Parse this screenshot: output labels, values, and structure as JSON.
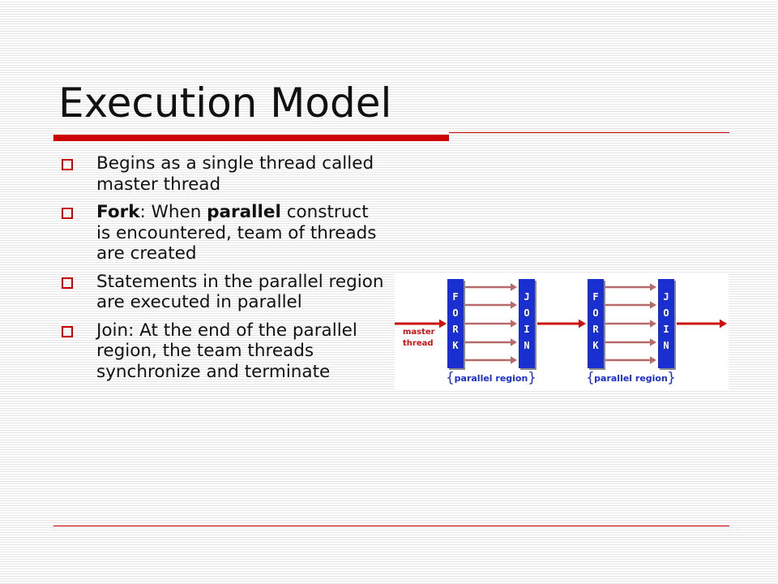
{
  "slide": {
    "title": "Execution Model",
    "bullets": [
      {
        "text": "Begins as a single thread called master thread"
      },
      {
        "lead": "Fork",
        "t1": ": When ",
        "bold": "parallel",
        "t2": " construct is encountered, team of threads are created"
      },
      {
        "text": "Statements in the parallel region are executed in parallel"
      },
      {
        "text": "Join: At the end of the parallel region, the team threads synchronize and terminate"
      }
    ],
    "bullet_icon": "square-bullet-icon",
    "accent_color": "#cc0000"
  },
  "diagram": {
    "master_label_1": "master",
    "master_label_2": "thread",
    "fork_letters": [
      "F",
      "O",
      "R",
      "K"
    ],
    "join_letters": [
      "J",
      "O",
      "I",
      "N"
    ],
    "region_label": "parallel region",
    "bar_color": "#1a2fd0",
    "main_arrow_color": "#cc1111",
    "team_arrow_color": "#b86a6a",
    "label_color": "#cc1111"
  }
}
